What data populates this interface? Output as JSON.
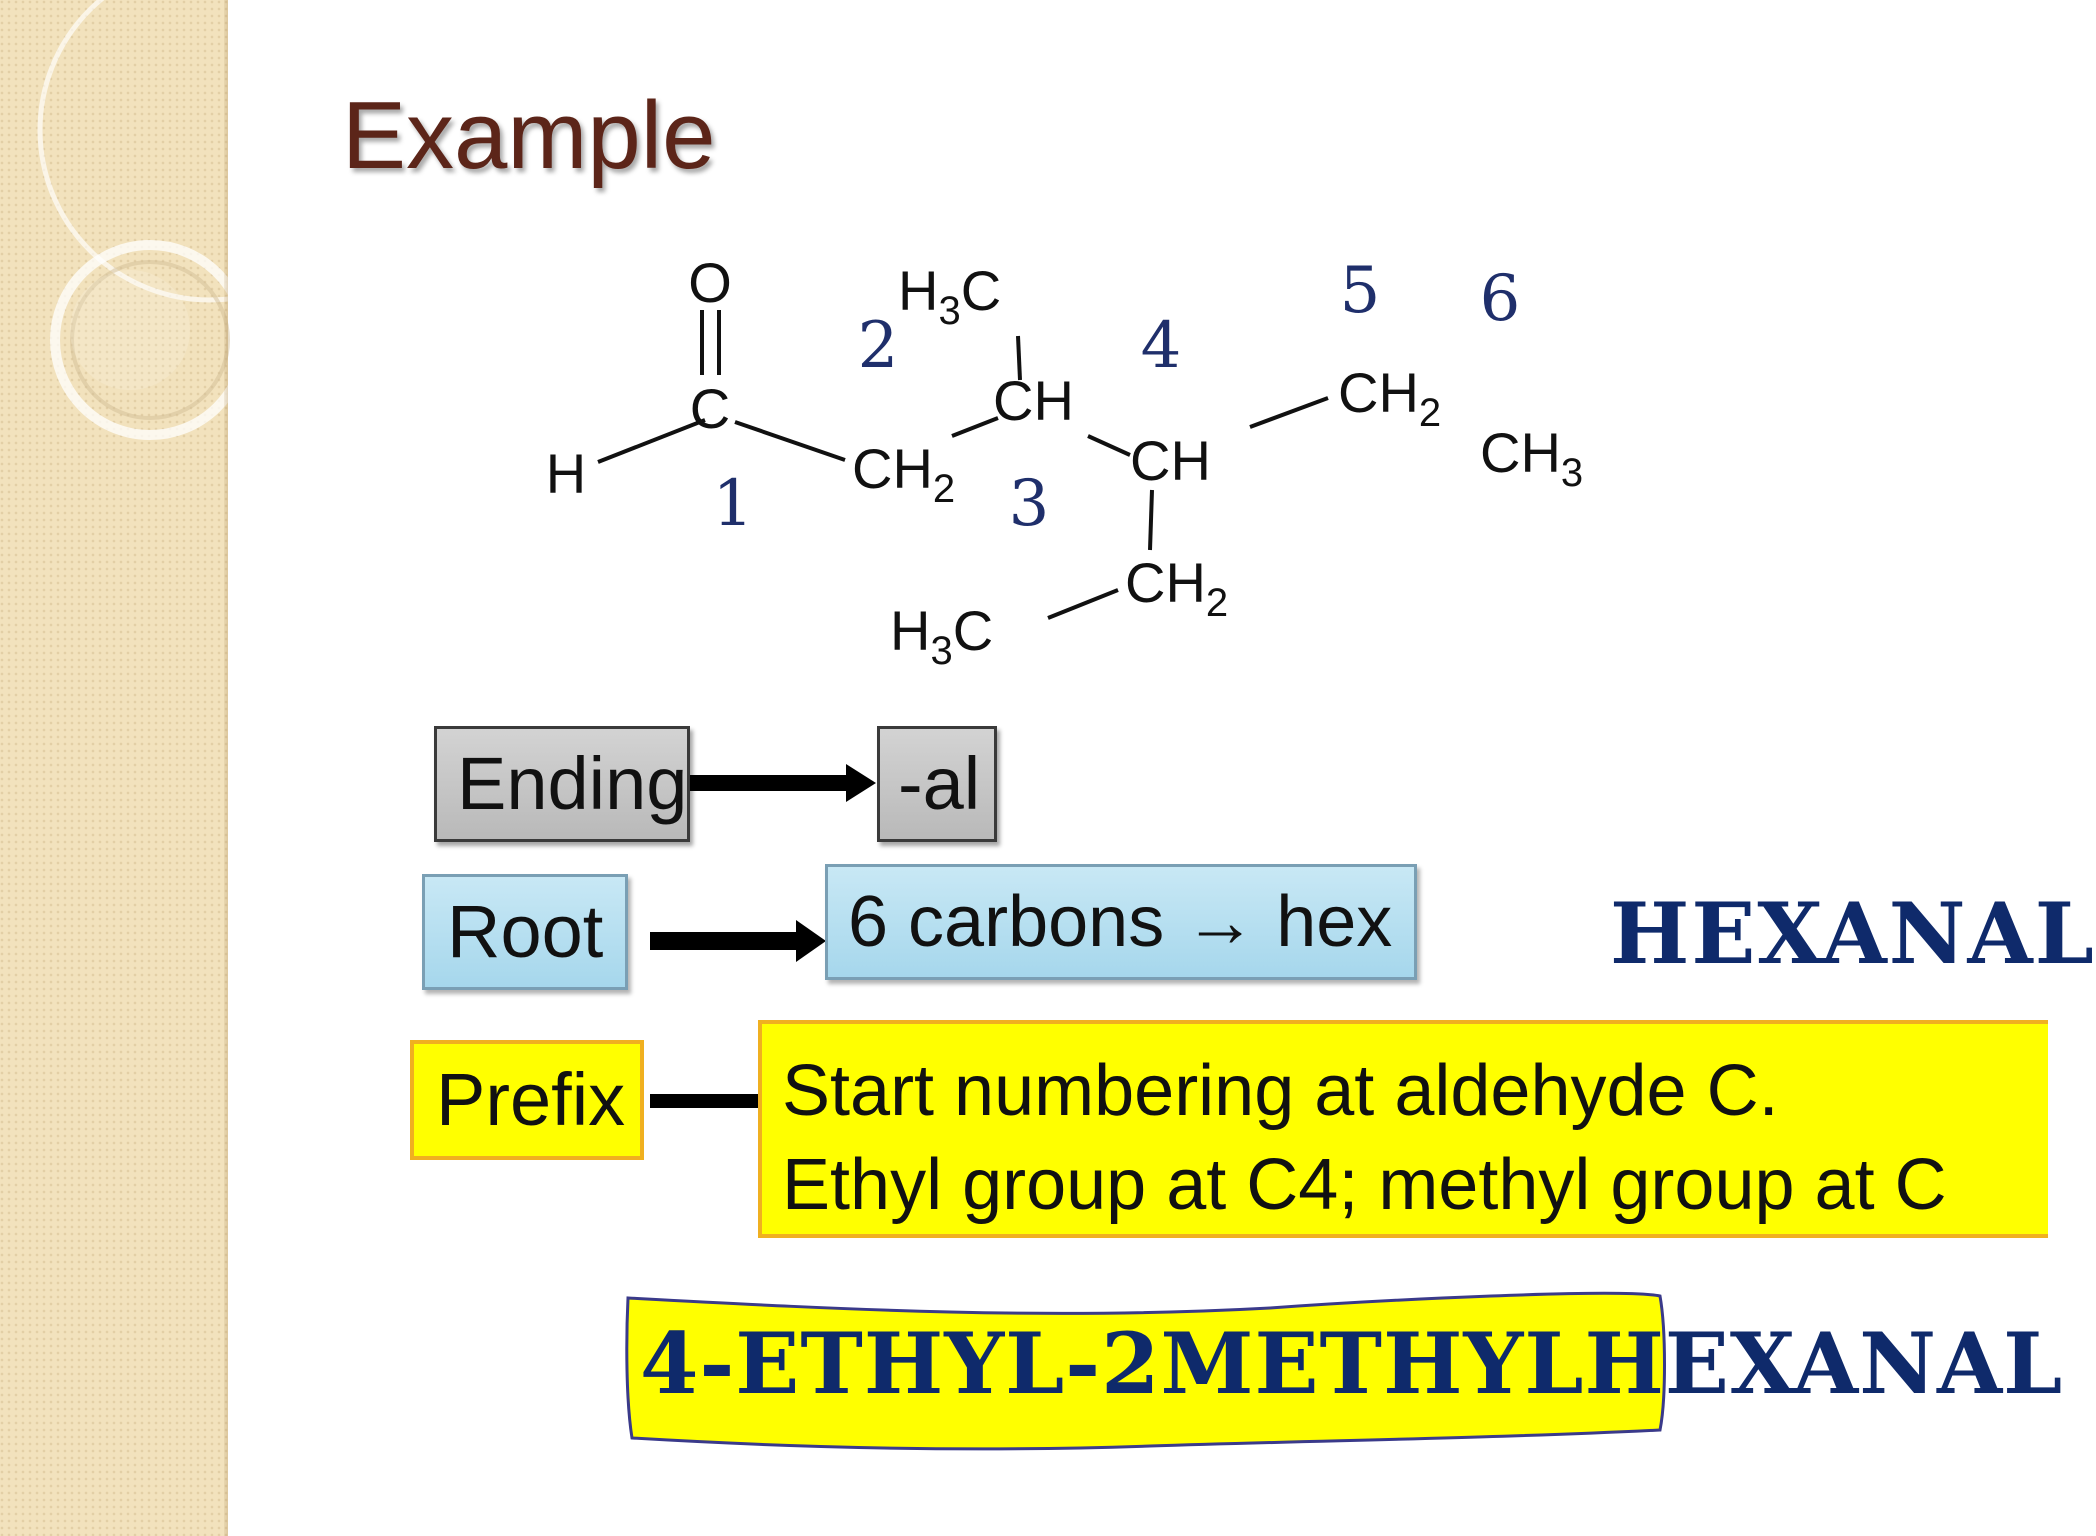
{
  "slide": {
    "title": "Example",
    "structure": {
      "atoms": {
        "O": "O",
        "H": "H",
        "C1": "C",
        "CH2_chain": "CH",
        "CH2_chain_sub": "2",
        "CH_3": "CH",
        "CH_4": "CH",
        "CH2_5": "CH",
        "CH2_5_sub": "2",
        "CH3_6": "CH",
        "CH3_6_sub": "3",
        "H3C_top_h": "H",
        "H3C_top_sub": "3",
        "H3C_top_c": "C",
        "CH2_ethyl": "CH",
        "CH2_ethyl_sub": "2",
        "H3C_bottom_h": "H",
        "H3C_bottom_sub": "3",
        "H3C_bottom_c": "C"
      },
      "numbers": [
        "1",
        "2",
        "3",
        "4",
        "5",
        "6"
      ]
    },
    "ending": {
      "label": "Ending",
      "value": "-al"
    },
    "root": {
      "label": "Root",
      "value": "6 carbons → hex"
    },
    "prefix": {
      "label": "Prefix",
      "line1": "Start numbering at aldehyde C.",
      "line2": "Ethyl group at C4; methyl group at C"
    },
    "hexanal": "HEXANAL",
    "final_name": "4-ETHYL-2METHYLHEXANAL",
    "colors": {
      "title": "#5c2519",
      "numbers": "#1f2f6b",
      "name_text": "#0f2a6b",
      "highlight": "#ffff00"
    }
  }
}
